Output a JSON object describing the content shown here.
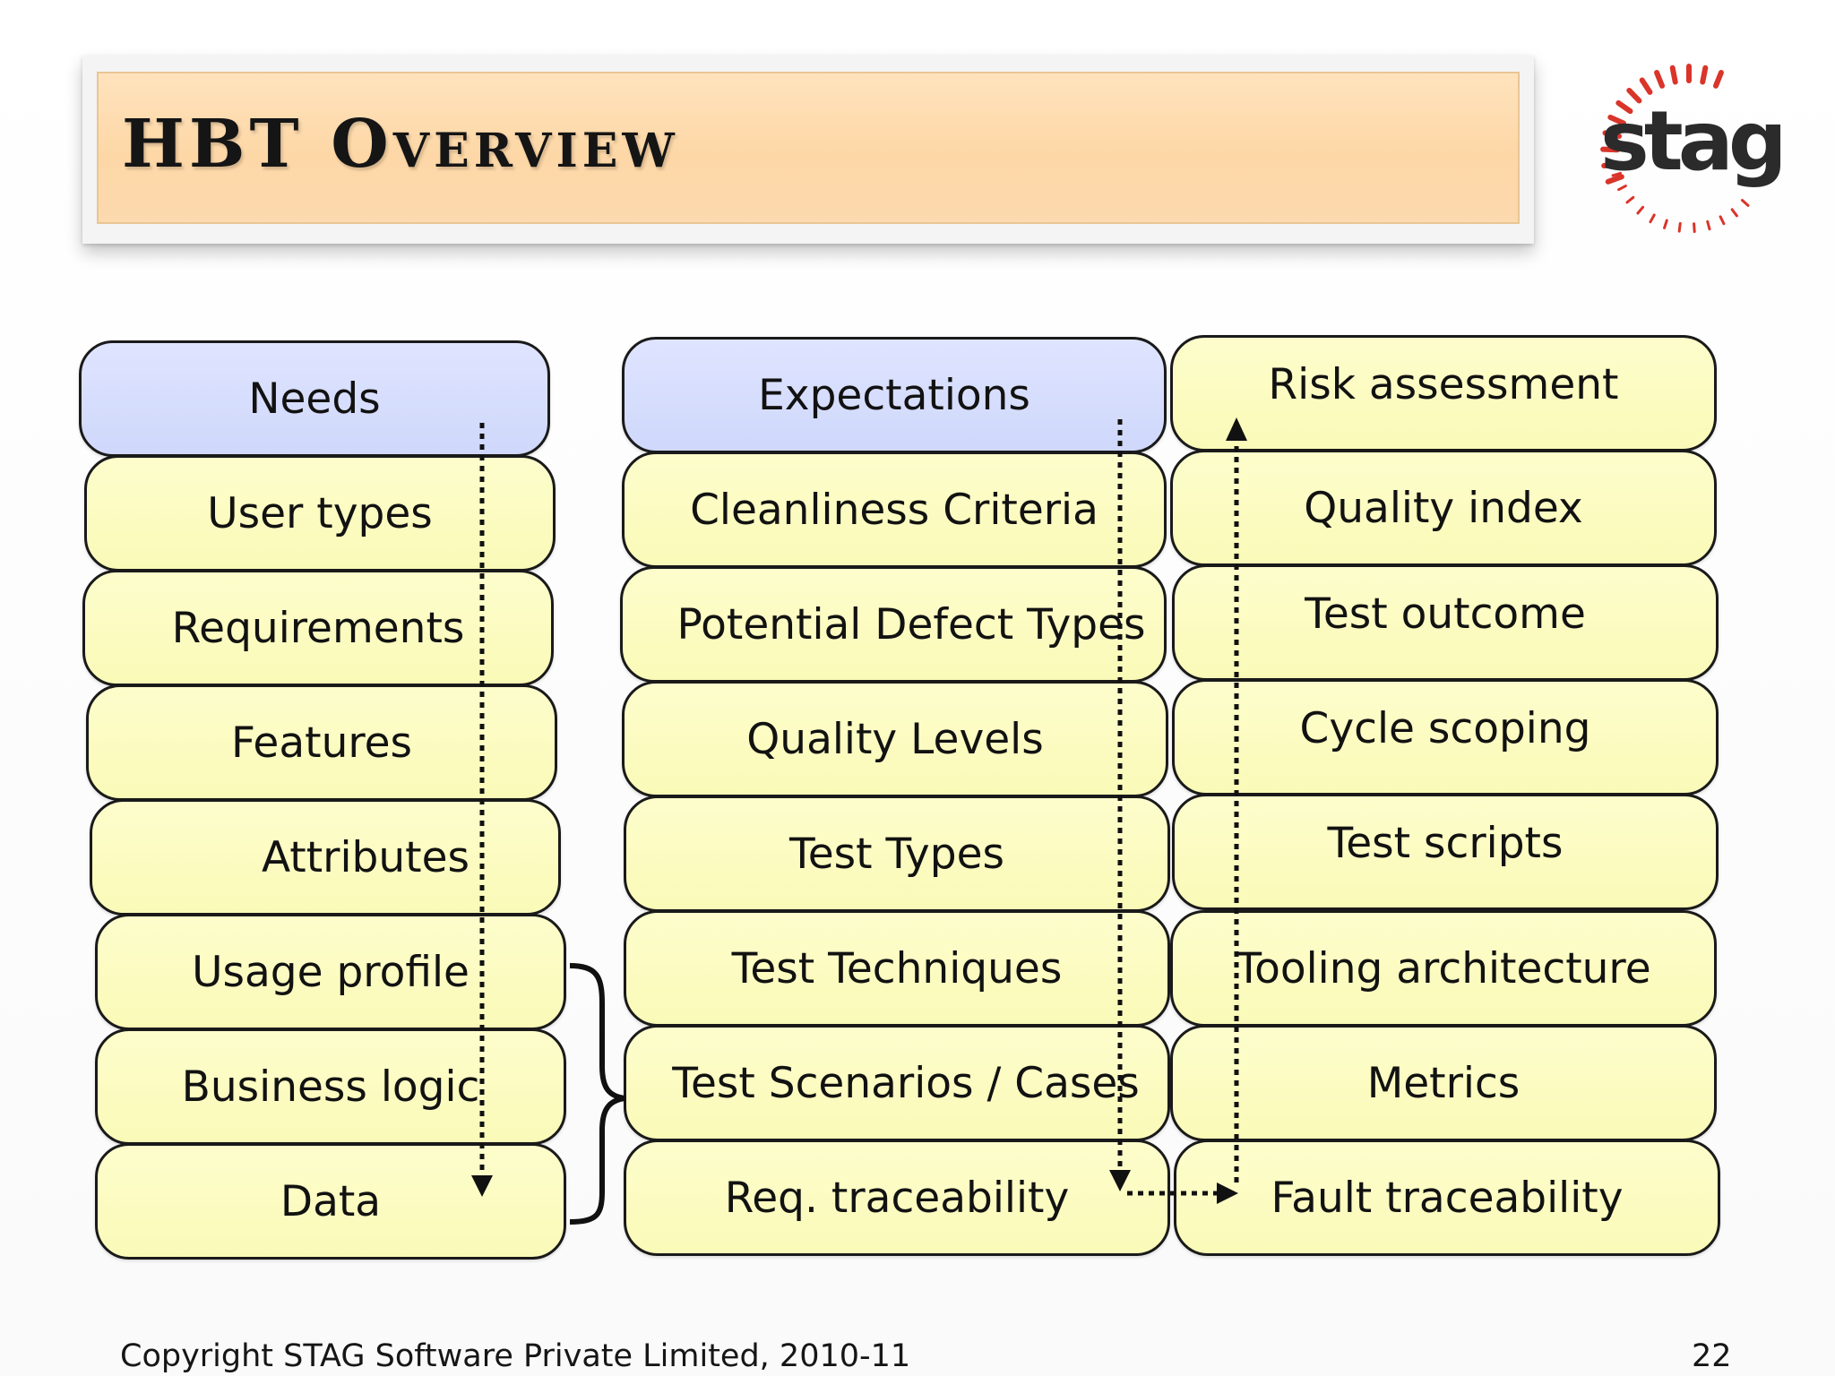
{
  "title": "HBT Overview",
  "logo": {
    "text": "stag",
    "accent_color": "#d9352a",
    "text_color": "#2b2b2b"
  },
  "colors": {
    "box_fill": "#fafab8",
    "header_fill": "#d3dbfc",
    "border": "#1a1a1a"
  },
  "columns": [
    {
      "header": "Needs",
      "items": [
        "User types",
        "Requirements",
        "Features",
        "Attributes",
        "Usage profile",
        "Business logic",
        "Data"
      ]
    },
    {
      "header": "Expectations",
      "items": [
        "Cleanliness Criteria",
        "Potential Defect Types",
        "Quality Levels",
        "Test Types",
        "Test Techniques",
        "Test Scenarios / Cases",
        "Req. traceability"
      ]
    },
    {
      "header": "Risk assessment",
      "items": [
        "Quality index",
        "Test outcome",
        "Cycle scoping",
        "Test scripts",
        "Tooling architecture",
        "Metrics",
        "Fault traceability"
      ]
    }
  ],
  "footer": {
    "copyright": "Copyright STAG Software Private Limited, 2010-11",
    "page_number": "22"
  }
}
